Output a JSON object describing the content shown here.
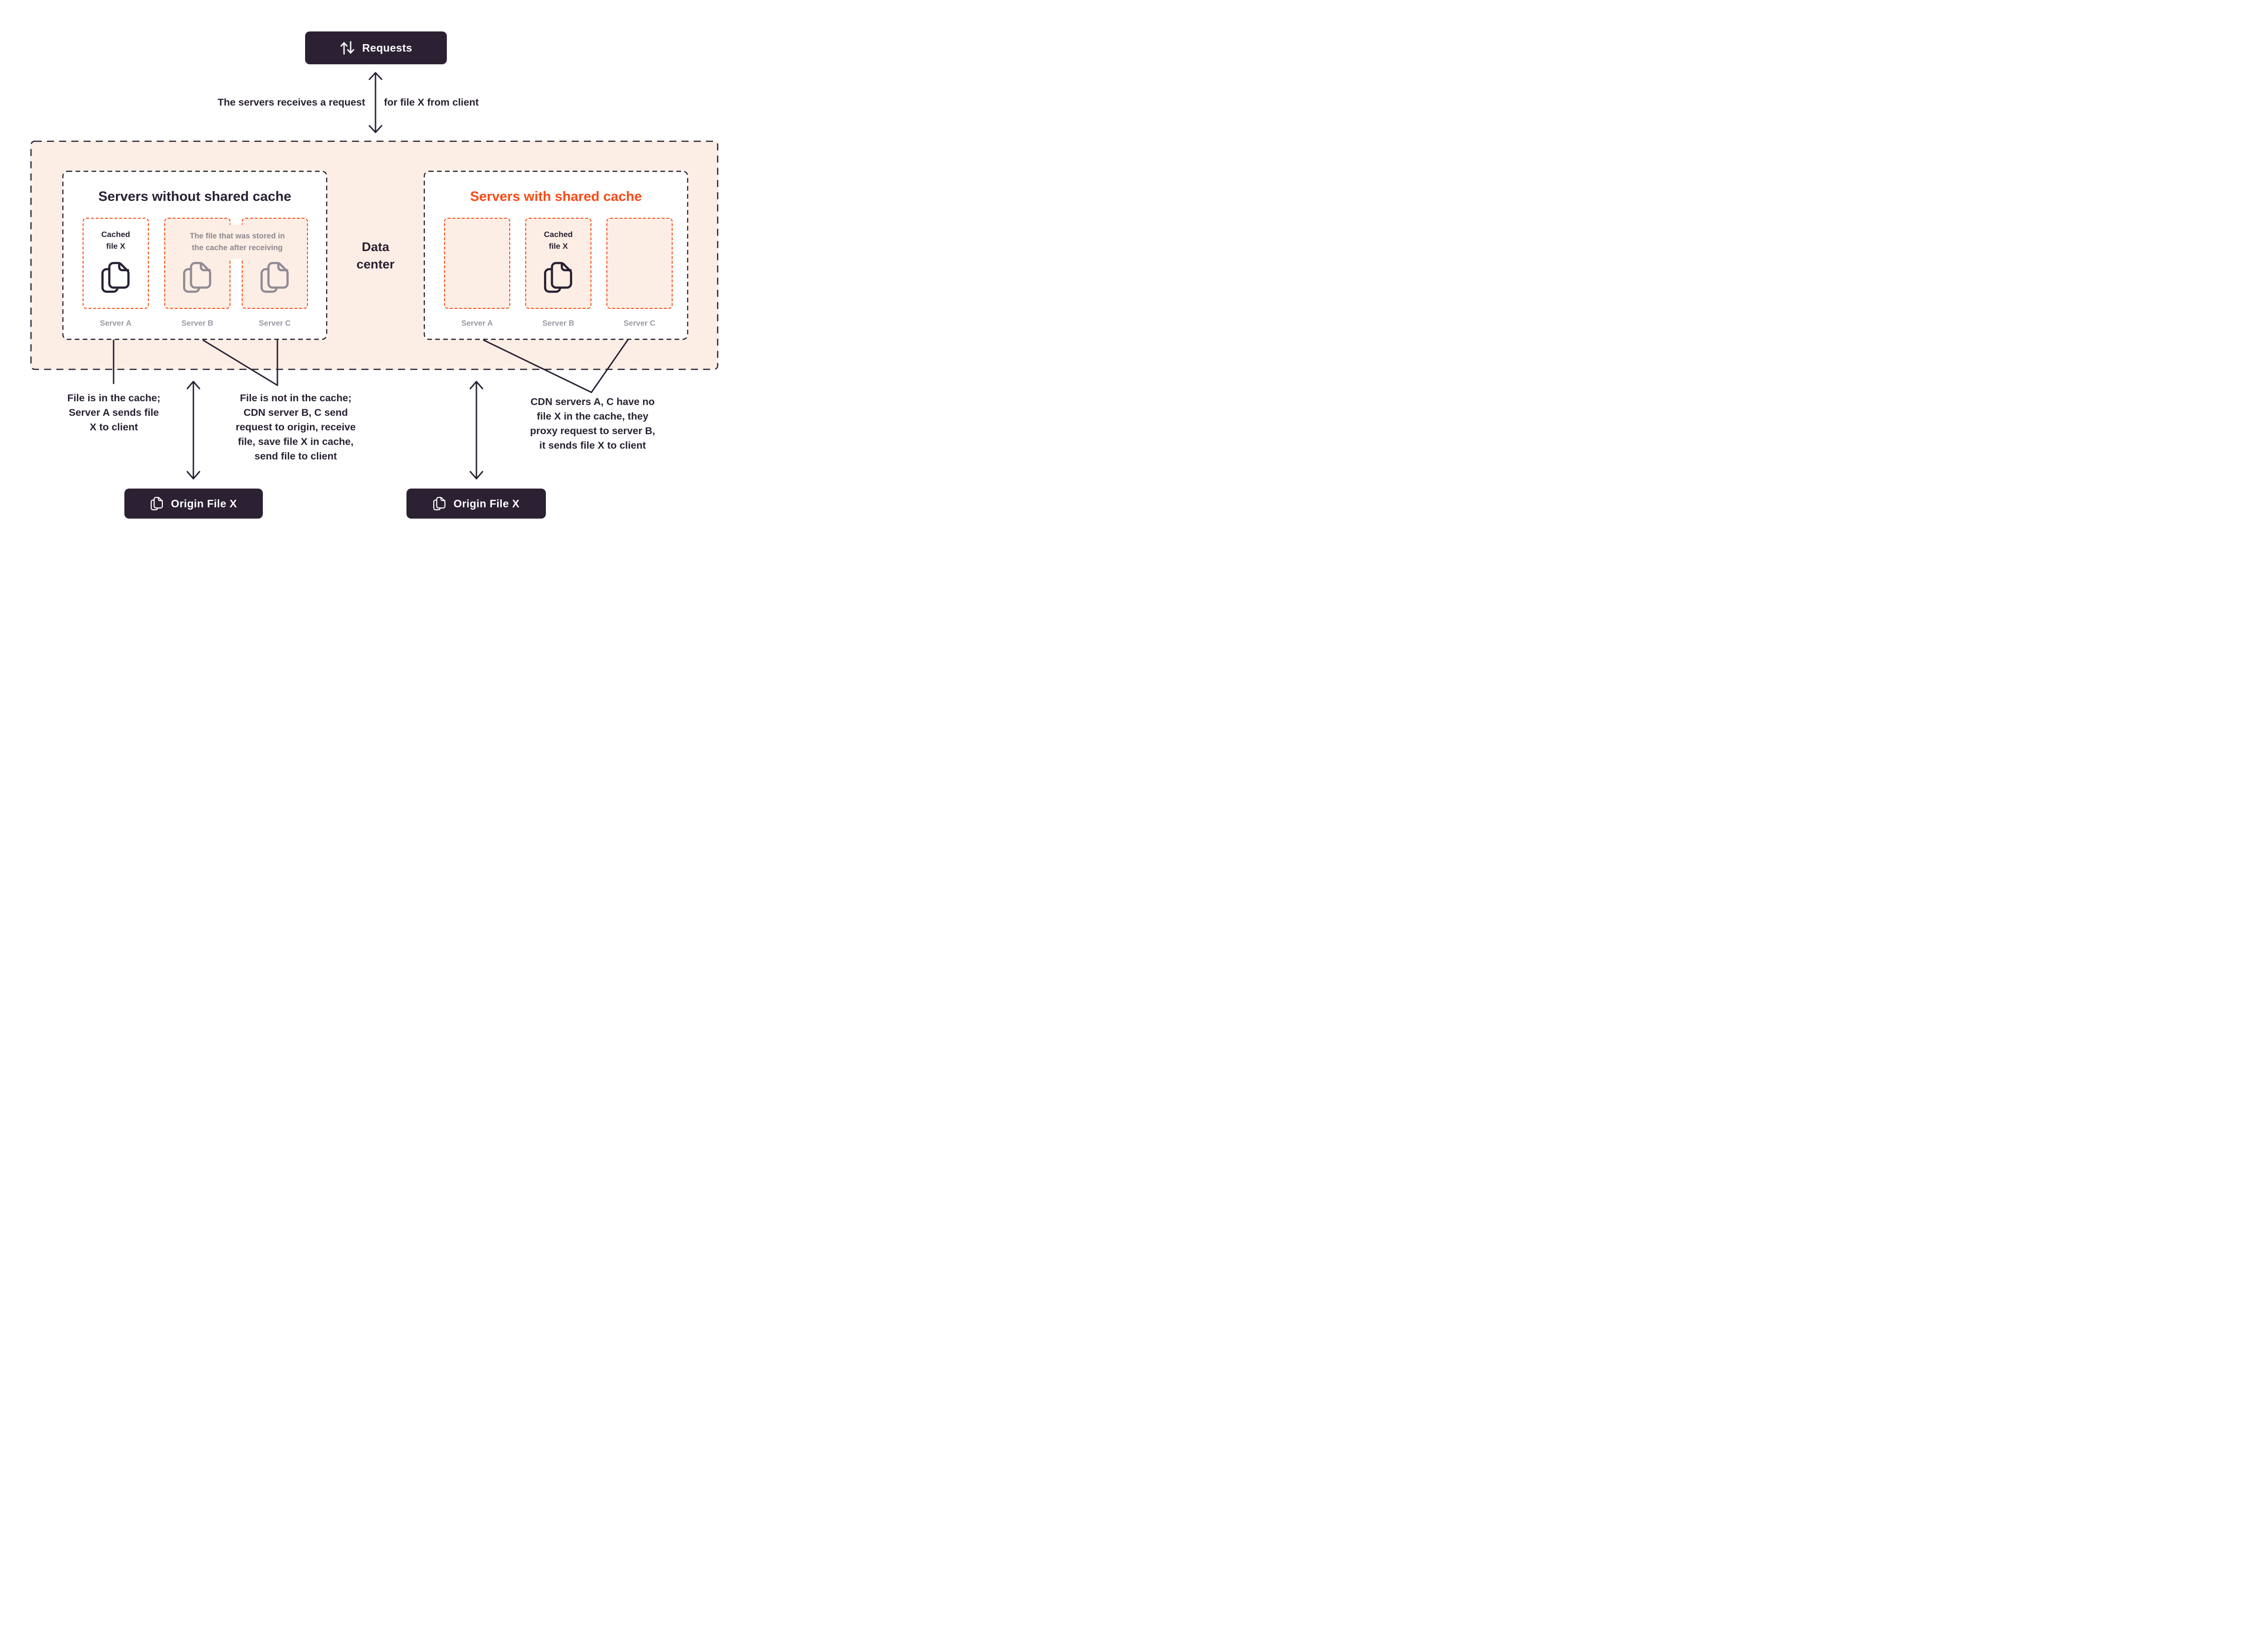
{
  "colors": {
    "dark": "#292133",
    "badge_background": "#2b2133",
    "peach_background": "#fdeee5",
    "orange_accent": "#f8490f",
    "orange_title": "#fa4a16",
    "gray_text": "#8d8791",
    "gray_label": "#9e98a3",
    "gray_icon": "#918b95"
  },
  "requests_badge": {
    "label": "Requests"
  },
  "top_caption": {
    "left": "The servers receives a request",
    "right_pre": "for ",
    "right_bold": "file X",
    "right_post": " from client"
  },
  "data_center": {
    "line1": "Data",
    "line2": "center"
  },
  "groups": {
    "left": {
      "title": "Servers without shared cache",
      "cached_label": {
        "line1": "Cached",
        "line2": "file X"
      },
      "band": {
        "line1": "The file that was stored in",
        "line2": "the cache after receiving"
      },
      "servers": [
        "Server A",
        "Server B",
        "Server C"
      ]
    },
    "right": {
      "title": "Servers with shared cache",
      "cached_label": {
        "line1": "Cached",
        "line2": "file X"
      },
      "servers": [
        "Server A",
        "Server B",
        "Server C"
      ]
    }
  },
  "annotations": {
    "left": {
      "lines": [
        "File is in the cache;",
        "Server A sends file",
        "X to client"
      ]
    },
    "middle": {
      "lines": [
        "File is not in the cache;",
        "CDN server B, C send",
        "request to origin, receive",
        "file, save file X in cache,",
        "send file to client"
      ]
    },
    "right": {
      "lines": [
        "CDN servers A, C have no",
        "file X in the cache, they",
        "proxy request to server B,",
        "it sends file X to client"
      ]
    }
  },
  "origin_badges": {
    "left": "Origin File X",
    "right": "Origin File X"
  }
}
